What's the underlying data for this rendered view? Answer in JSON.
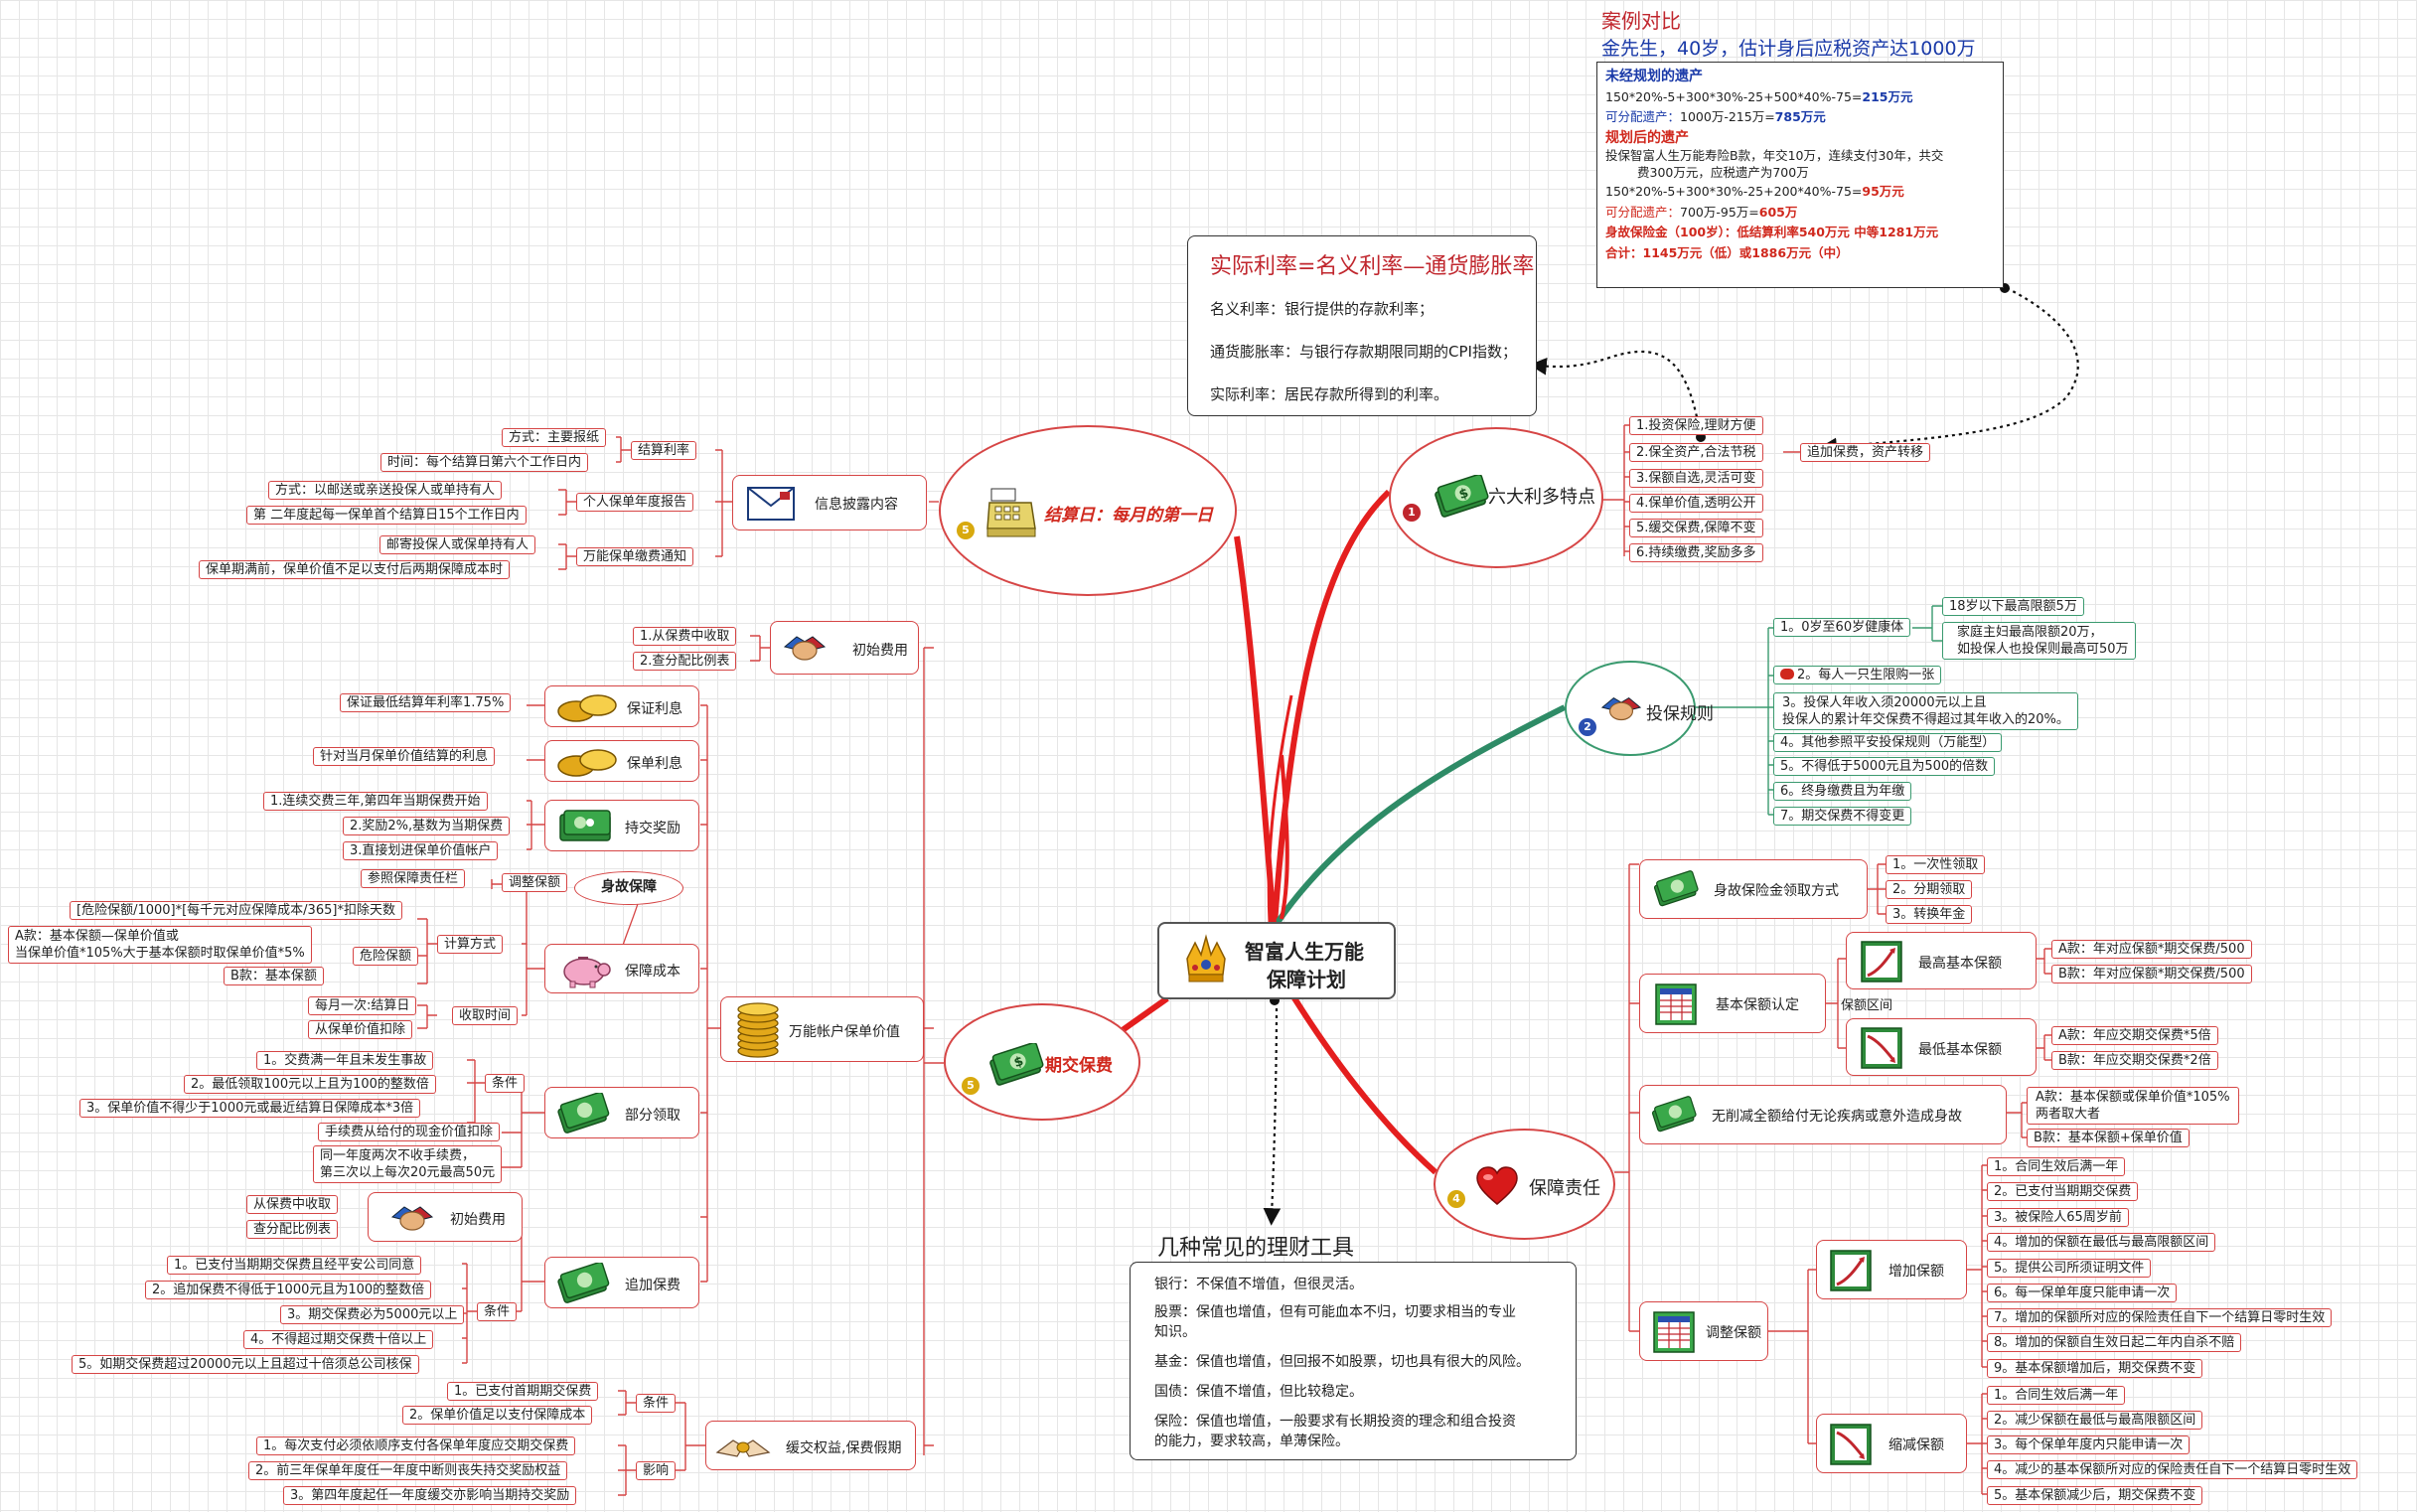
{
  "center": {
    "line1": "智富人生万能",
    "line2": "保障计划"
  },
  "b1": {
    "num": "1",
    "title": "六大利多特点",
    "items": [
      "1.投资保险,理财方便",
      "2.保全资产,合法节税",
      "3.保额自选,灵活可变",
      "4.保单价值,透明公开",
      "5.缓交保费,保障不变",
      "6.持续缴费,奖励多多"
    ],
    "extra": "追加保费，资产转移"
  },
  "b2": {
    "num": "2",
    "title": "投保规则",
    "r1": "1。0岁至60岁健康体",
    "r1a": "18岁以下最高限额5万",
    "r1b1": "家庭主妇最高限额20万，",
    "r1b2": "如投保人也投保则最高可50万",
    "r2": "2。每人一只生限购一张",
    "r3a": "3。投保人年收入须20000元以上且",
    "r3b": "投保人的累计年交保费不得超过其年收入的20%。",
    "r4": "4。其他参照平安投保规则（万能型）",
    "r5": "5。不得低于5000元且为500的倍数",
    "r6": "6。终身缴费且为年缴",
    "r7": "7。期交保费不得变更"
  },
  "b4": {
    "num": "4",
    "title": "保障责任",
    "s1": "身故保险金领取方式",
    "s1i": [
      "1。一次性领取",
      "2。分期领取",
      "3。转换年金"
    ],
    "s2": "基本保额认定",
    "s2r": "保额区间",
    "s2hi": "最高基本保额",
    "s2hia": "A款：年对应保额*期交保费/500",
    "s2hib": "B款：年对应保额*期交保费/500",
    "s2lo": "最低基本保额",
    "s2loa": "A款：年应交期交保费*5倍",
    "s2lob": "B款：年应交期交保费*2倍",
    "s3": "无削减全额给付无论疾病或意外造成身故",
    "s3a1": "A款：基本保额或保单价值*105%",
    "s3a2": "两者取大者",
    "s3b": "B款：基本保额+保单价值",
    "s4": "调整保额",
    "s4inc": "增加保额",
    "s4i": [
      "1。合同生效后满一年",
      "2。已支付当期期交保费",
      "3。被保险人65周岁前",
      "4。增加的保额在最低与最高限额区间",
      "5。提供公司所须证明文件",
      "6。每一保单年度只能申请一次",
      "7。增加的保额所对应的保险责任自下一个结算日零时生效",
      "8。增加的保额自生效日起二年内自杀不赔",
      "9。基本保额增加后，期交保费不变"
    ],
    "s4dec": "缩减保额",
    "s4d": [
      "1。合同生效后满一年",
      "2。减少保额在最低与最高限额区间",
      "3。每个保单年度内只能申请一次",
      "4。减少的基本保额所对应的保险责任自下一个结算日零时生效",
      "5。基本保额减少后，期交保费不变"
    ]
  },
  "b5": {
    "num": "5",
    "title": "结算日：每月的第一日",
    "info": "信息披露内容",
    "g1": "结算利率",
    "g1a": "方式：主要报纸",
    "g1b": "时间：每个结算日第六个工作日内",
    "g2": "个人保单年度报告",
    "g2a": "方式：以邮送或亲送投保人或单持有人",
    "g2b": "第 二年度起每一保单首个结算日15个工作日内",
    "g3": "万能保单缴费通知",
    "g3a": "邮寄投保人或保单持有人",
    "g3b": "保单期满前，保单价值不足以支付后两期保障成本时"
  },
  "b6": {
    "num": "5",
    "title": "期交保费",
    "init": "初始费用",
    "init1": "1.从保费中收取",
    "init2": "2.查分配比例表",
    "acct": "万能帐户保单价值",
    "gi": "保证利息",
    "gi1": "保证最低结算年利率1.75%",
    "pi": "保单利息",
    "pi1": "针对当月保单价值结算的利息",
    "bon": "持交奖励",
    "bon1": "1.连续交费三年,第四年当期保费开始",
    "bon2": "2.奖励2%,基数为当期保费",
    "bon3": "3.直接划进保单价值帐户",
    "cost": "保障成本",
    "death": "身故保障",
    "adj": "调整保额",
    "adj1": "参照保障责任栏",
    "calc": "计算方式",
    "calc1": "[危险保额/1000]*[每千元对应保障成本/365]*扣除天数",
    "risk": "危险保额",
    "riskA1": "A款：基本保额—保单价值或",
    "riskA2": "当保单价值*105%大于基本保额时取保单价值*5%",
    "riskB": "B款：基本保额",
    "when": "收取时间",
    "when1": "每月一次:结算日",
    "when2": "从保单价值扣除",
    "part": "部分领取",
    "cond": "条件",
    "part1": "1。交费满一年且未发生事故",
    "part2": "2。最低领取100元以上且为100的整数倍",
    "part3": "3。保单价值不得少于1000元或最近结算日保障成本*3倍",
    "part4": "手续费从给付的现金价值扣除",
    "part5a": "同一年度两次不收手续费，",
    "part5b": "第三次以上每次20元最高50元",
    "addinit": "初始费用",
    "addinit1": "从保费中收取",
    "addinit2": "查分配比例表",
    "add": "追加保费",
    "add1": "1。已支付当期期交保费且经平安公司同意",
    "add2": "2。追加保费不得低于1000元且为100的整数倍",
    "add3": "3。期交保费必为5000元以上",
    "add4": "4。不得超过期交保费十倍以上",
    "add5": "5。如期交保费超过20000元以上且超过十倍须总公司核保",
    "susp": "缓交权益,保费假期",
    "scond": "条件",
    "sc1": "1。已支付首期期交保费",
    "sc2": "2。保单价值足以支付保障成本",
    "simp": "影响",
    "si1": "1。每次支付必须依顺序支付各保单年度应交期交保费",
    "si2": "2。前三年保单年度任一年度中断则丧失持交奖励权益",
    "si3": "3。第四年度起任一年度缓交亦影响当期持交奖励"
  },
  "rate": {
    "title": "实际利率=名义利率—通货膨胀率",
    "l1": "名义利率：银行提供的存款利率；",
    "l2": "通货膨胀率：与银行存款期限同期的CPI指数；",
    "l3": "实际利率：居民存款所得到的利率。"
  },
  "case": {
    "title": "案例对比",
    "sub": "金先生，40岁，估计身后应税资产达1000万",
    "h1": "未经规划的遗产",
    "c1": "150*20%-5+300*30%-25+500*40%-75=",
    "c1v": "215万元",
    "c2": "可分配遗产：",
    "c2m": "1000万-215万=",
    "c2v": "785万元",
    "h2": "规划后的遗产",
    "c3a": "投保智富人生万能寿险B款，年交10万，连续支付30年，共交",
    "c3b": "费300万元，应税遗产为700万",
    "c4": "150*20%-5+300*30%-25+200*40%-75=",
    "c4v": "95万元",
    "c5": "可分配遗产：",
    "c5m": "700万-95万=",
    "c5v": "605万",
    "c6": "身故保险金（100岁）：低结算利率540万元   中等1281万元",
    "c7": "合计：1145万元（低）或1886万元（中）"
  },
  "tools": {
    "title": "几种常见的理财工具",
    "t1": "银行：不保值不增值，但很灵活。",
    "t2a": "股票：保值也增值，但有可能血本不归，切要求相当的专业",
    "t2b": "知识。",
    "t3": "基金：保值也增值，但回报不如股票，切也具有很大的风险。",
    "t4": "国债：保值不增值，但比较稳定。",
    "t5a": "保险：保值也增值，一般要求有长期投资的理念和组合投资",
    "t5b": "的能力，要求较高，单薄保险。"
  },
  "colors": {
    "branch": "#e41e1e",
    "teal": "#2e8b66",
    "leaf": "#d64545"
  }
}
